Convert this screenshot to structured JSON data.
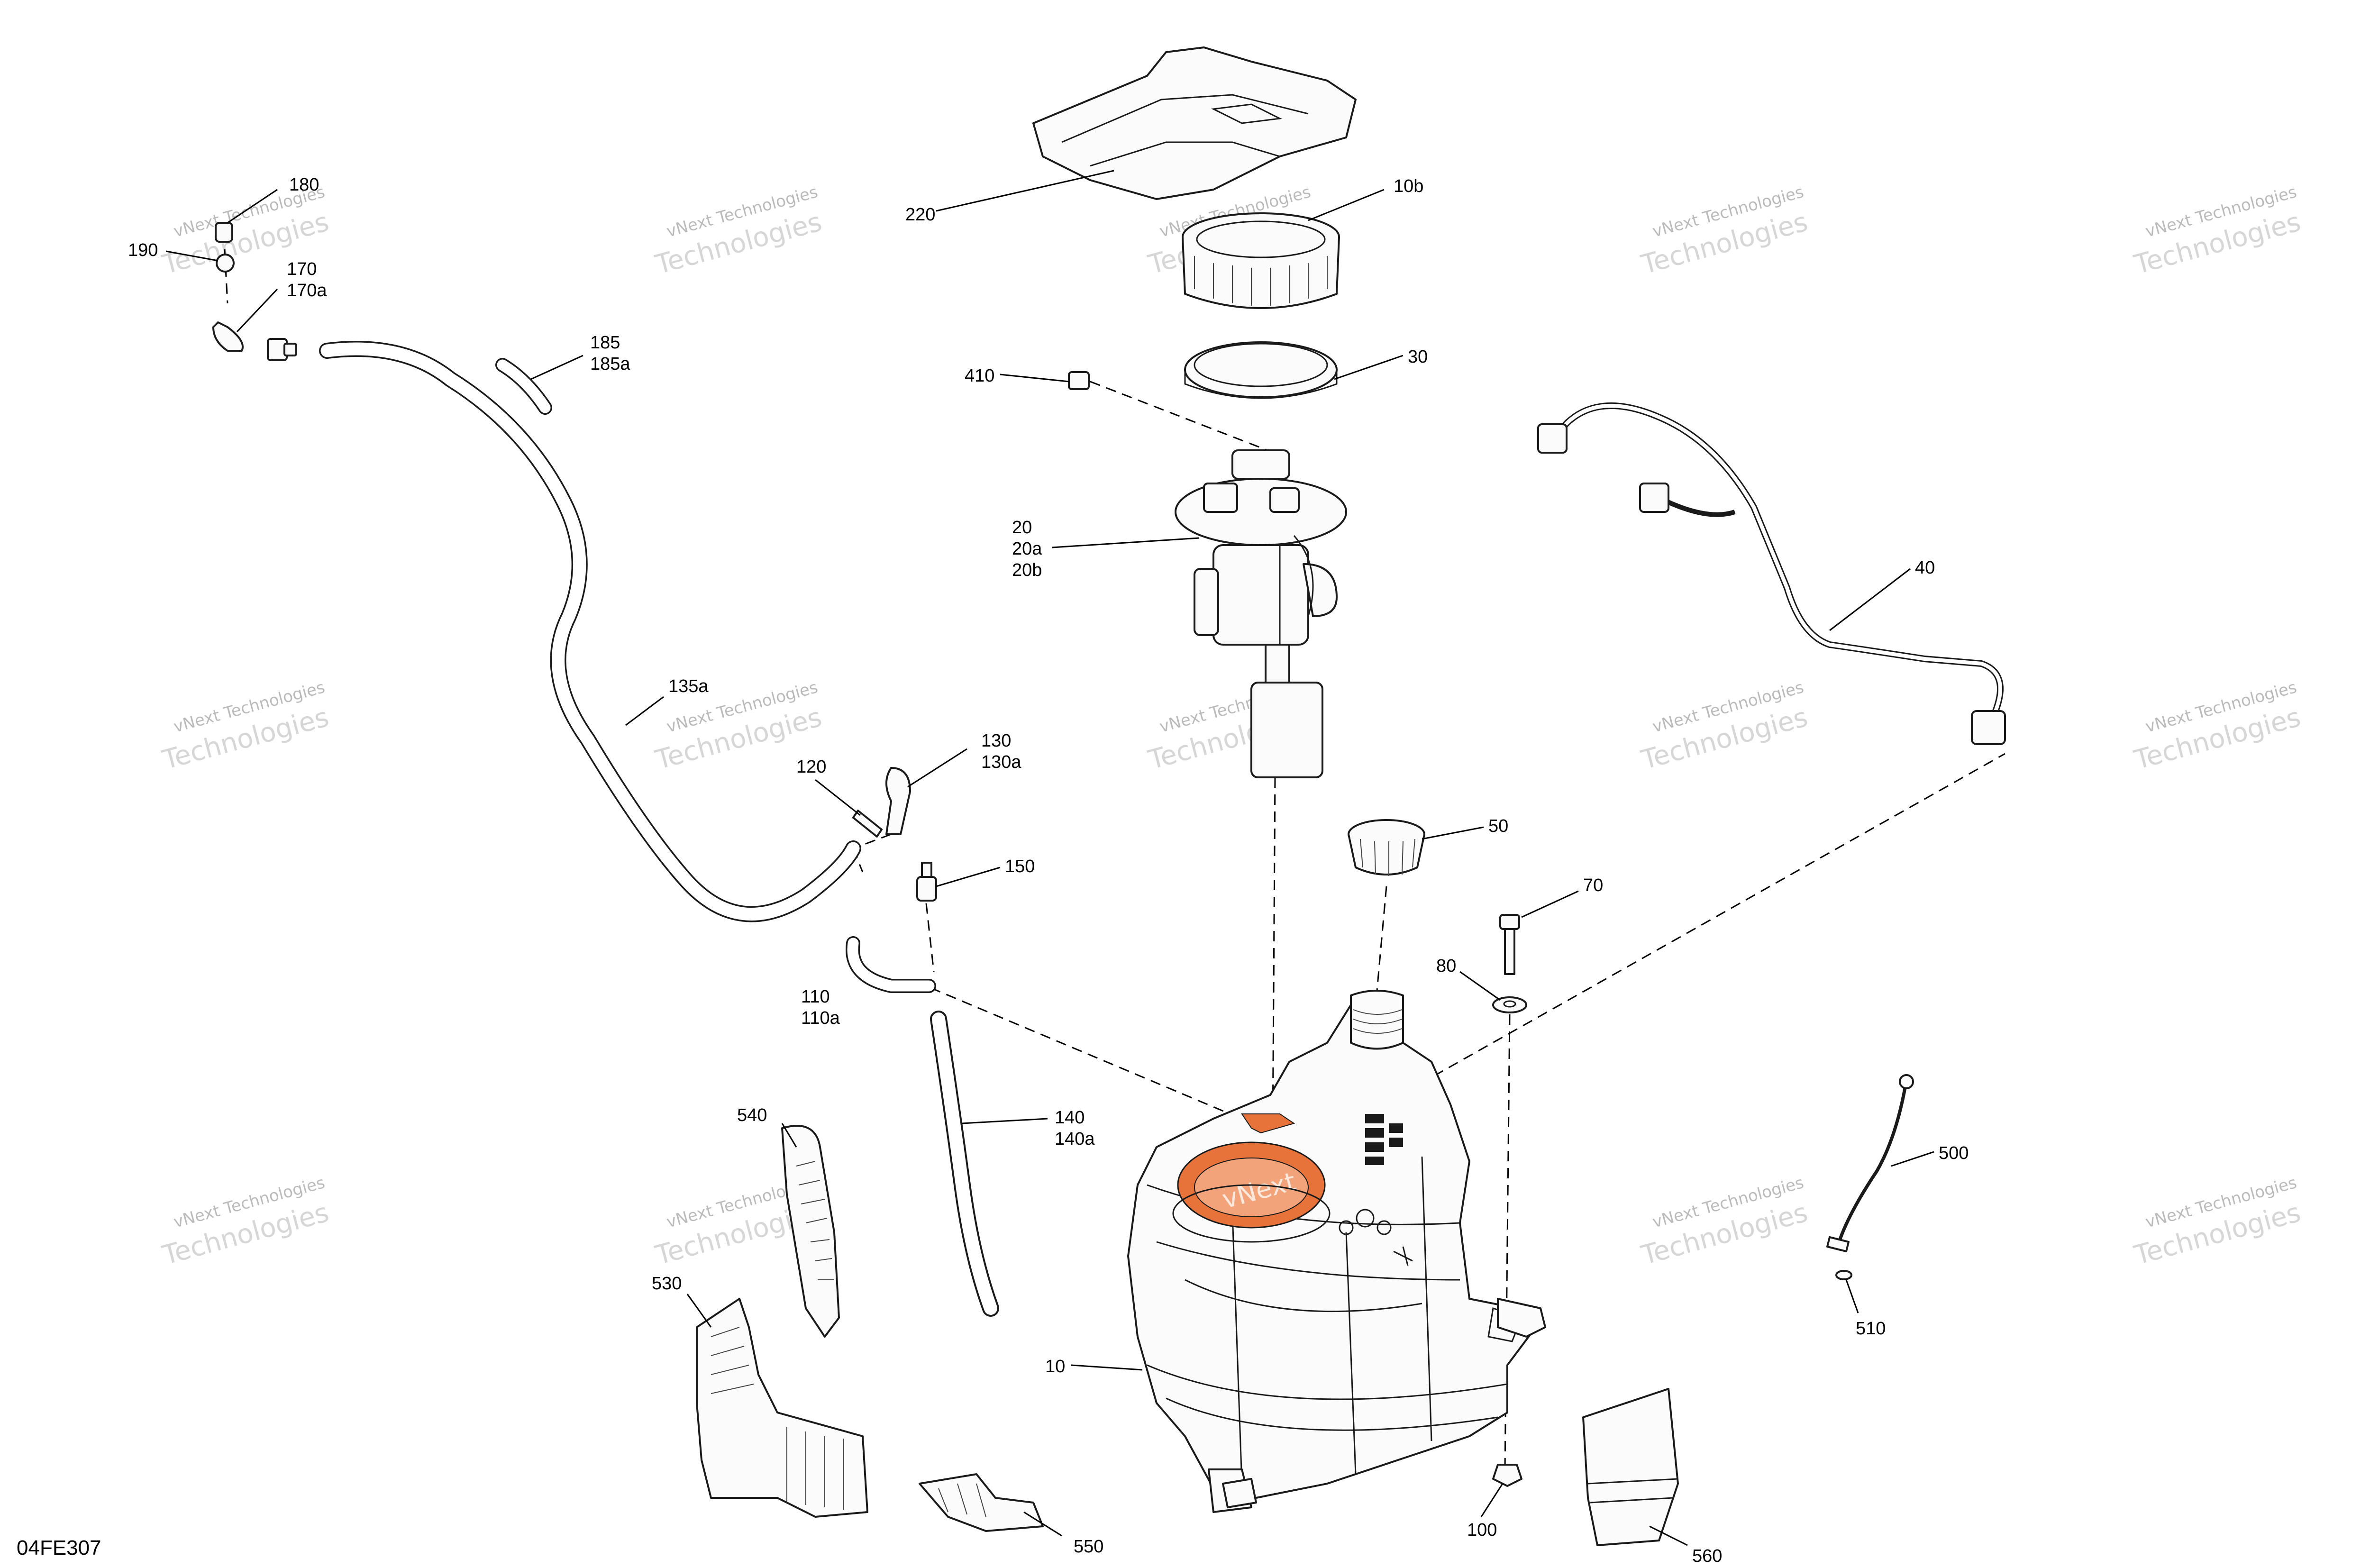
{
  "diagram_code": "04FE307",
  "watermark": {
    "line1": "vNext Technologies",
    "line2": "Technologies",
    "highlight_text": "vNext"
  },
  "colors": {
    "highlight": "#e8733a",
    "line": "#1a1a1a",
    "watermark": "#cccccc"
  },
  "callouts": {
    "c180": "180",
    "c190": "190",
    "c170": "170",
    "c170a": "170a",
    "c185": "185",
    "c185a": "185a",
    "c135a": "135a",
    "c220": "220",
    "c10b": "10b",
    "c410": "410",
    "c30": "30",
    "c20": "20",
    "c20a": "20a",
    "c20b": "20b",
    "c40": "40",
    "c120": "120",
    "c130": "130",
    "c130a": "130a",
    "c150": "150",
    "c50": "50",
    "c70": "70",
    "c80": "80",
    "c110": "110",
    "c110a": "110a",
    "c140": "140",
    "c140a": "140a",
    "c540": "540",
    "c530": "530",
    "c10": "10",
    "c550": "550",
    "c100": "100",
    "c560": "560",
    "c500": "500",
    "c510": "510"
  }
}
